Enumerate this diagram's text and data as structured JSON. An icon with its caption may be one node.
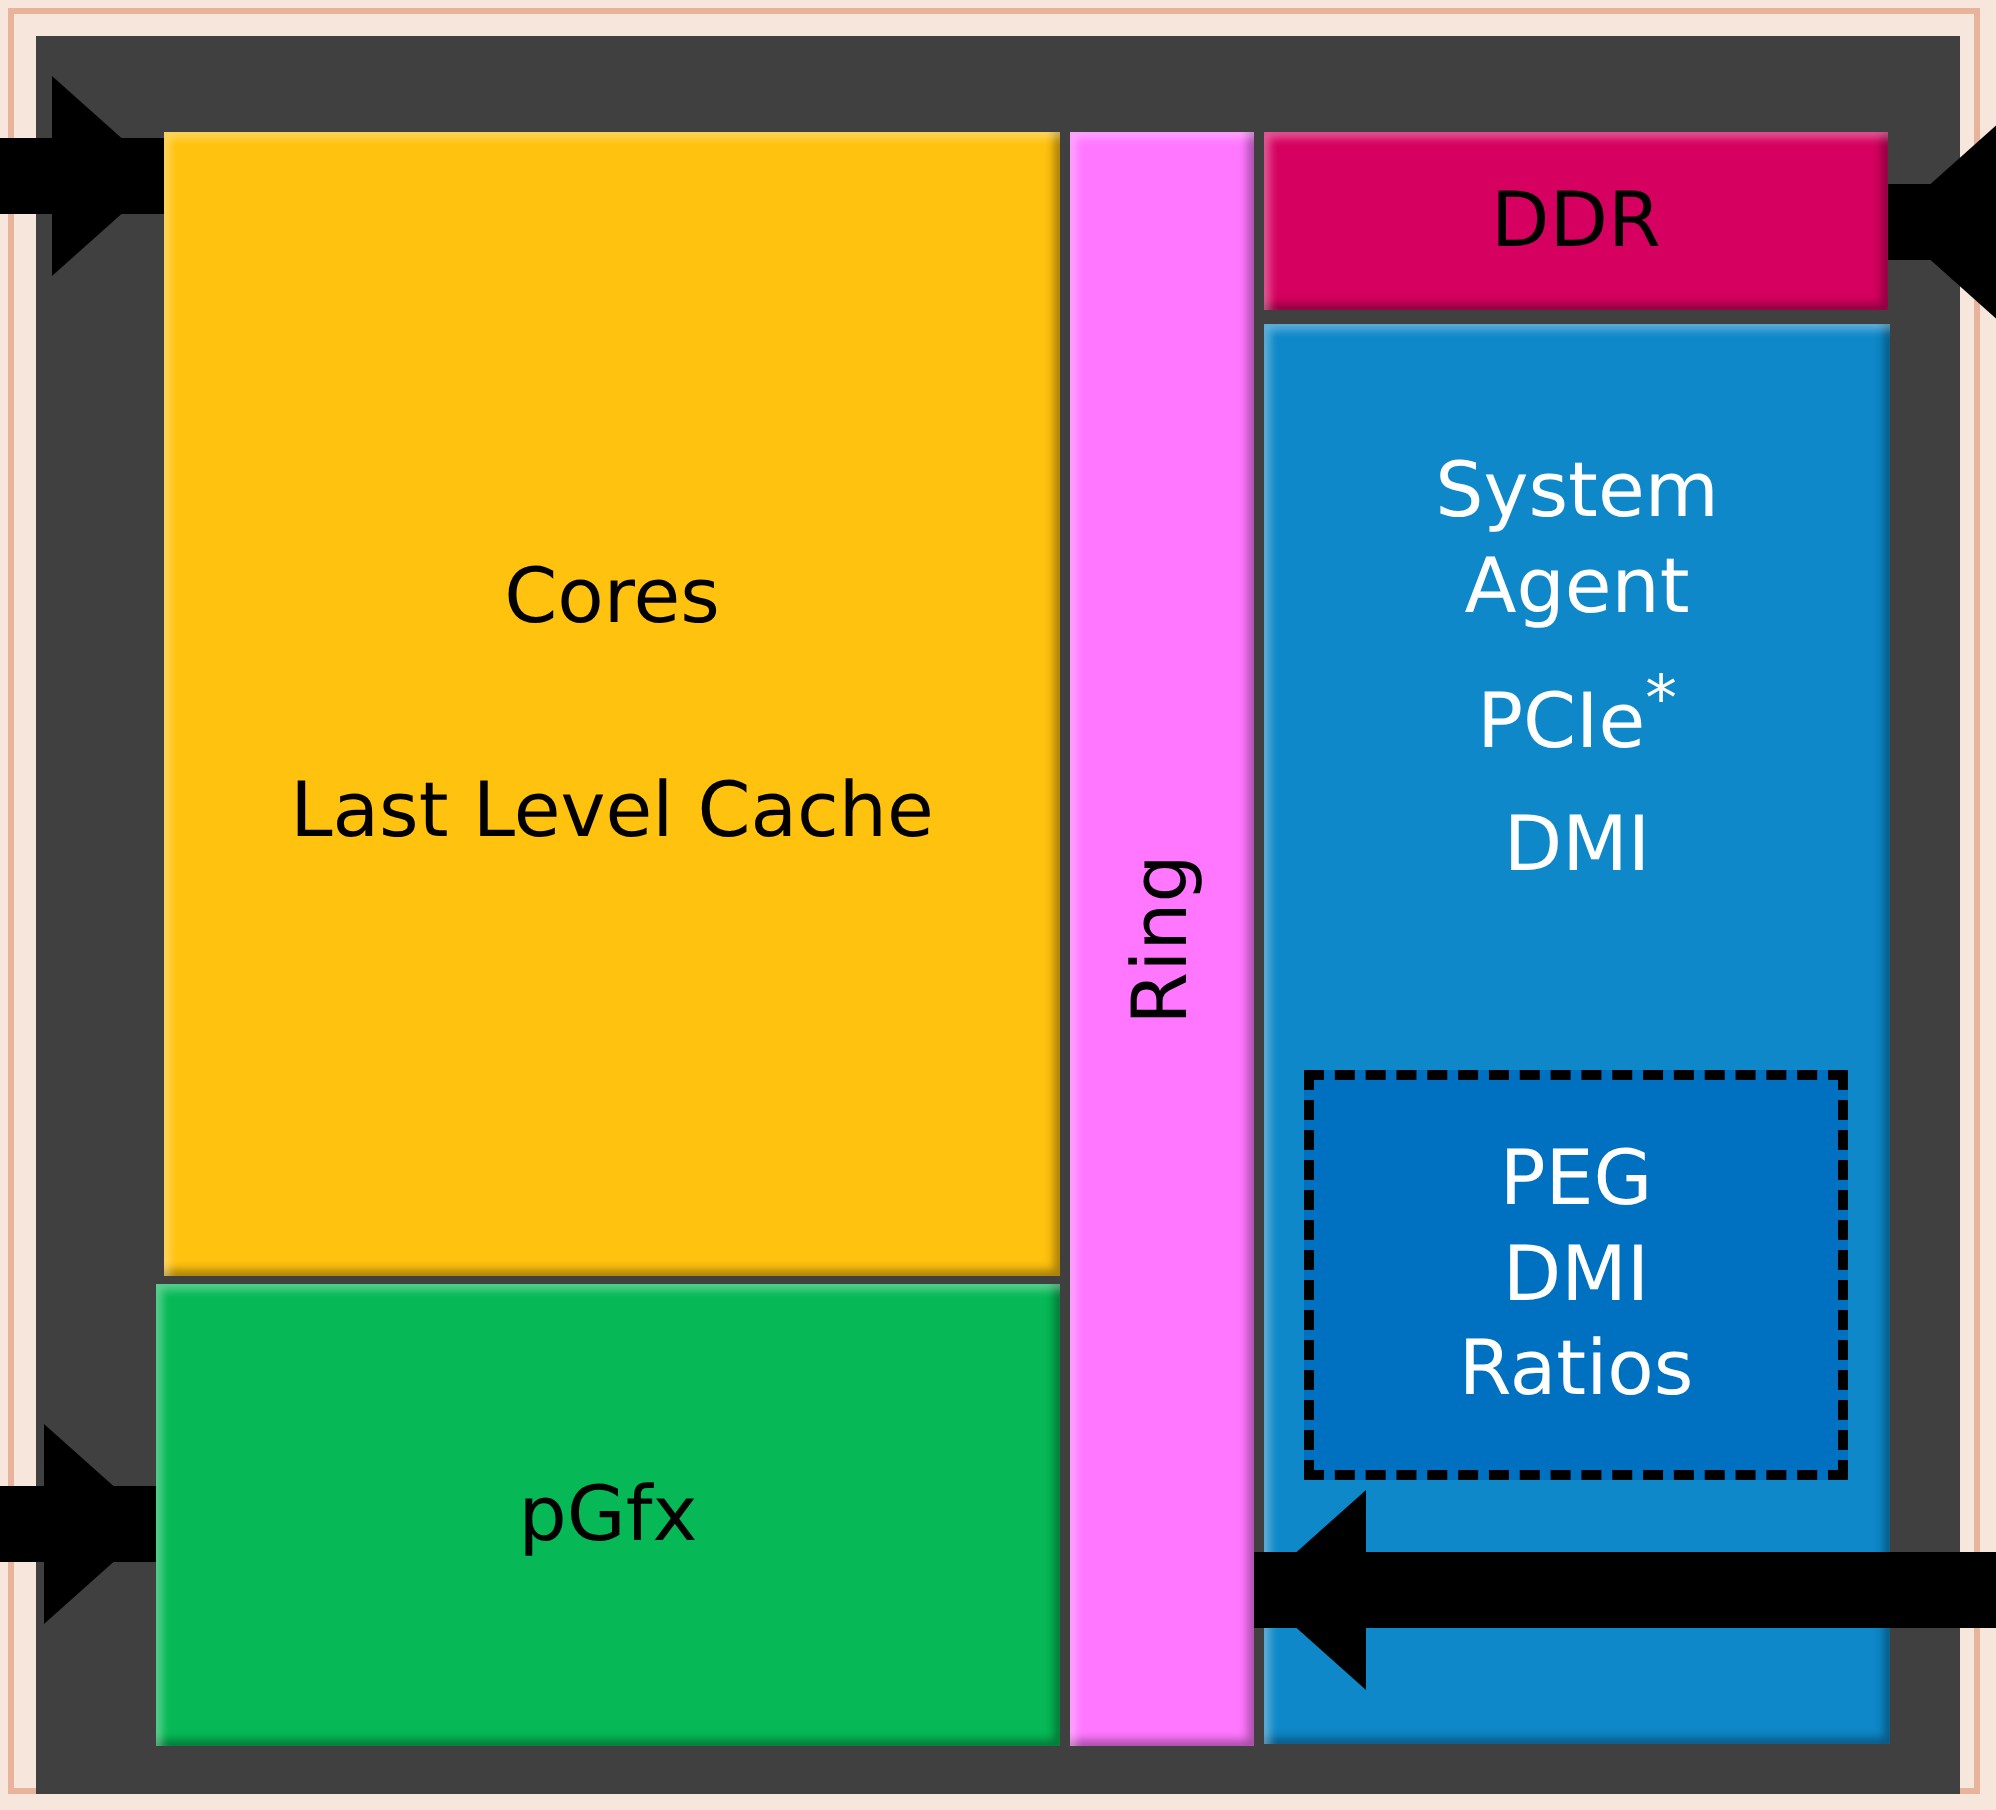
{
  "diagram": {
    "nodes": [
      {
        "text": [],
        "shape": "box"
      },
      {
        "text": [
          "Cores",
          "Last Level Cache"
        ],
        "in": 0
      },
      {
        "text": [
          "Ring"
        ],
        "in": 0
      },
      {
        "text": [
          "DDR"
        ],
        "in": 0
      },
      {
        "text": [
          "System Agent",
          "PCIe$^{*}$",
          "DMI"
        ],
        "in": 0
      },
      {
        "text": [
          "PEG",
          "DMI",
          "Ratios"
        ],
        "in": 4
      },
      {
        "text": [
          "pGfx"
        ],
        "in": 0
      }
    ],
    "edges": [
      {
        "from": null,
        "to": 1,
        "arrow": "to"
      },
      {
        "from": null,
        "to": 6,
        "arrow": "to"
      },
      {
        "from": null,
        "to": 3,
        "arrow": "to"
      },
      {
        "from": null,
        "to": 2,
        "arrow": "to"
      }
    ]
  }
}
